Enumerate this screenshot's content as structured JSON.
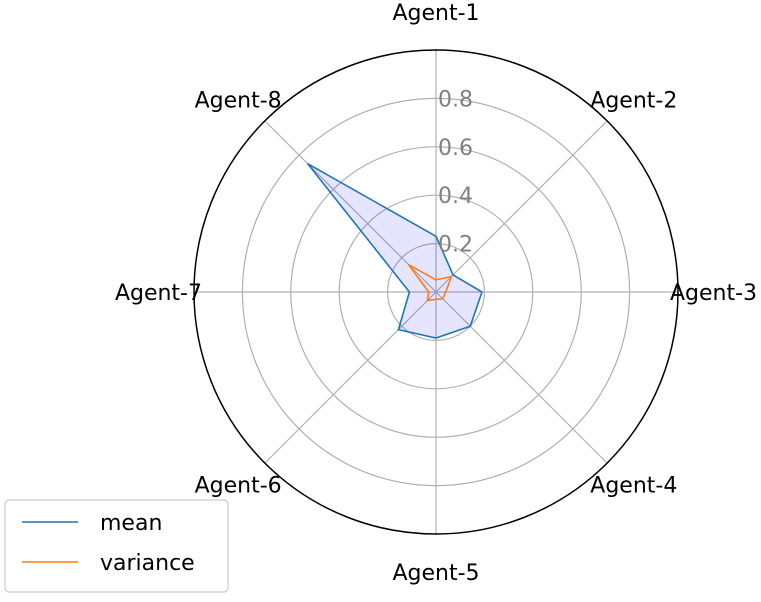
{
  "chart_data": {
    "type": "radar",
    "categories": [
      "Agent-1",
      "Agent-2",
      "Agent-3",
      "Agent-4",
      "Agent-5",
      "Agent-6",
      "Agent-7",
      "Agent-8"
    ],
    "series": [
      {
        "name": "mean",
        "values": [
          0.23,
          0.1,
          0.19,
          0.2,
          0.19,
          0.22,
          0.11,
          0.75
        ],
        "color": "#1f77b4",
        "fill": "#0000ff",
        "fill_opacity": 0.1
      },
      {
        "name": "variance",
        "values": [
          0.05,
          0.09,
          0.04,
          0.04,
          0.03,
          0.05,
          0.03,
          0.16
        ],
        "color": "#ff7f0e"
      }
    ],
    "rlim": [
      0,
      1.0
    ],
    "rticks": [
      0.2,
      0.4,
      0.6,
      0.8
    ],
    "rtick_labels": [
      "0.2",
      "0.4",
      "0.6",
      "0.8"
    ],
    "grid": true,
    "legend_position": "lower-left"
  }
}
